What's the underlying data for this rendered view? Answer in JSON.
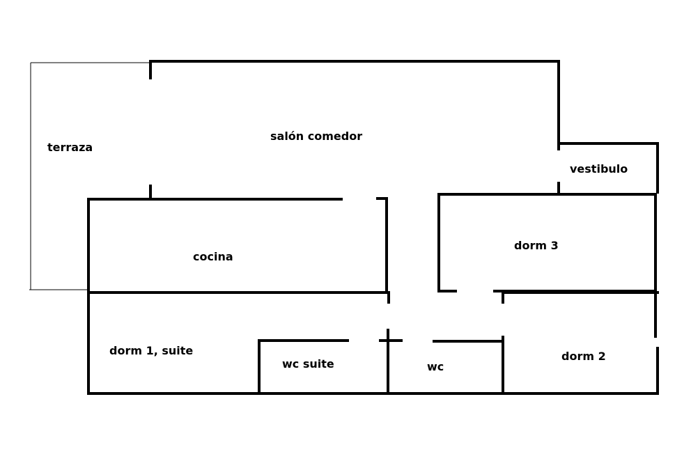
{
  "rooms": {
    "terraza": "terraza",
    "salon_comedor": "salón comedor",
    "vestibulo": "vestibulo",
    "cocina": "cocina",
    "dorm3": "dorm 3",
    "dorm1_suite": "dorm 1, suite",
    "wc_suite": "wc suite",
    "wc": "wc",
    "dorm2": "dorm 2"
  },
  "colors": {
    "wall": "#000000",
    "background": "#ffffff"
  }
}
